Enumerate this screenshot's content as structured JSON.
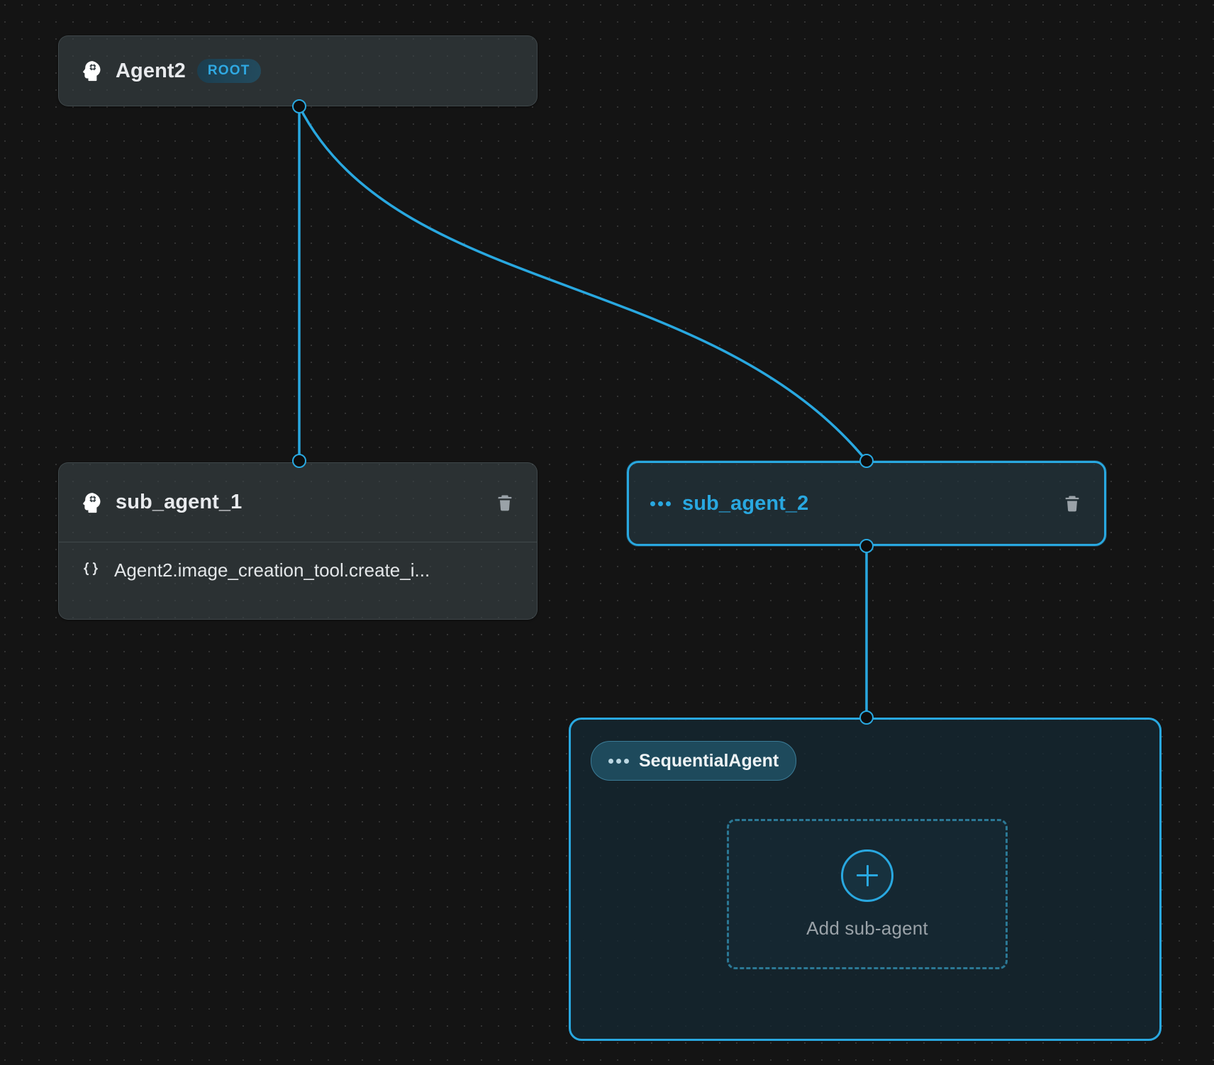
{
  "canvas": {
    "background_color": "#141414",
    "dot_color": "#333333",
    "accent_color": "#29a8e0"
  },
  "nodes": {
    "root": {
      "title": "Agent2",
      "badge": "ROOT",
      "icon": "brain-gear-icon"
    },
    "sub_agent_1": {
      "title": "sub_agent_1",
      "icon": "brain-gear-icon",
      "delete_icon": "trash-icon",
      "tool": {
        "icon": "braces-icon",
        "label": "Agent2.image_creation_tool.create_i..."
      }
    },
    "sub_agent_2": {
      "title": "sub_agent_2",
      "icon": "dots-icon",
      "delete_icon": "trash-icon",
      "selected": true
    },
    "sequential_agent": {
      "pill_label": "SequentialAgent",
      "pill_icon": "dots-icon",
      "add_zone": {
        "icon": "plus-circle-icon",
        "label": "Add sub-agent"
      }
    }
  }
}
